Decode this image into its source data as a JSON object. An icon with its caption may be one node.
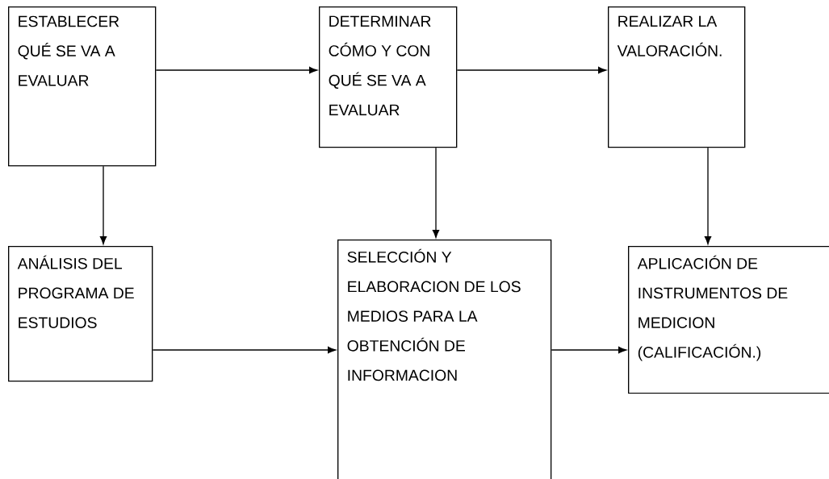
{
  "diagram": {
    "nodes": [
      {
        "text": [
          "ESTABLECER QUÉ SE VA A EVALUAR"
        ]
      },
      {
        "text": [
          "DETERMINAR CÓMO Y CON QUÉ SE VA A EVALUAR"
        ]
      },
      {
        "text": [
          "REALIZAR LA VALORACIÓN."
        ]
      },
      {
        "text": [
          "ANÁLISIS DEL PROGRAMA DE ESTUDIOS"
        ]
      },
      {
        "text": [
          "SELECCIÓN Y ELABORACION DE LOS MEDIOS PARA LA OBTENCIÓN DE INFORMACION"
        ]
      },
      {
        "text": [
          "APLICACIÓN DE INSTRUMENTOS DE MEDICION (CALIFICACIÓN.)"
        ]
      }
    ],
    "edges": [
      {
        "from": 0,
        "to": 1,
        "arrow": "to"
      },
      {
        "from": 1,
        "to": 2,
        "arrow": "to"
      },
      {
        "from": 0,
        "to": 3,
        "arrow": "to"
      },
      {
        "from": 1,
        "to": 4,
        "arrow": "to"
      },
      {
        "from": 2,
        "to": 5,
        "arrow": "to"
      },
      {
        "from": 3,
        "to": 4,
        "arrow": "to"
      },
      {
        "from": 4,
        "to": 5,
        "arrow": "to"
      }
    ]
  }
}
